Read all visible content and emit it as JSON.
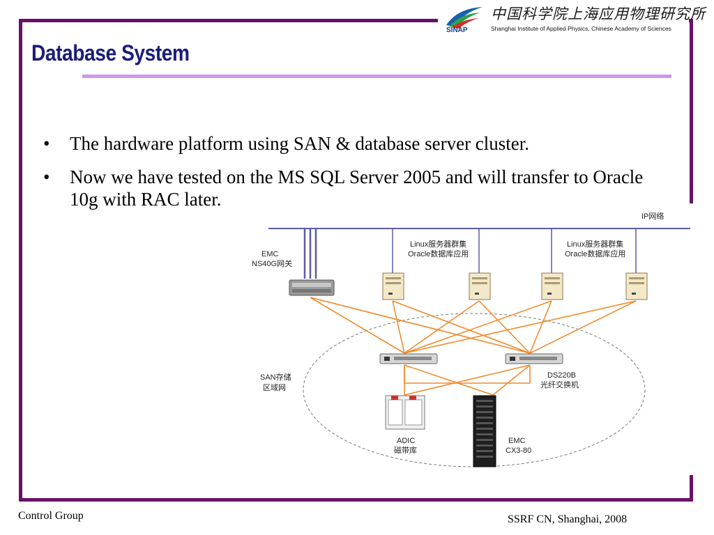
{
  "header": {
    "logo_cn": "中国科学院上海应用物理研究所",
    "logo_en": "Shanghai Institute of Applied Physics, Chinese Academy of Sciences",
    "logo_abbr": "SINAP"
  },
  "title": "Database System",
  "bullets": [
    "The hardware platform using SAN & database server cluster.",
    "Now we have tested on the MS SQL Server 2005 and will transfer to Oracle 10g with RAC later."
  ],
  "bullet_symbol": "•",
  "diagram": {
    "ip_label": "IP网络",
    "nas_label_1": "EMC",
    "nas_label_2": "NS40G网关",
    "cluster_left_1": "Linux服务器群集",
    "cluster_left_2": "Oracle数据库应用",
    "cluster_right_1": "Linux服务器群集",
    "cluster_right_2": "Oracle数据库应用",
    "san_label_1": "SAN存储",
    "san_label_2": "区域网",
    "switch_label_1": "DS220B",
    "switch_label_2": "光纤交换机",
    "tape_label_1": "ADIC",
    "tape_label_2": "磁带库",
    "storage_label_1": "EMC",
    "storage_label_2": "CX3-80"
  },
  "footer": {
    "left": "Control Group",
    "right": "SSRF CN, Shanghai, 2008"
  },
  "colors": {
    "frame": "#6a106a",
    "title": "#1c1c7a",
    "rule": "#cc99ee",
    "network": "#5a5aa8",
    "fiber": "#f08a2a"
  }
}
